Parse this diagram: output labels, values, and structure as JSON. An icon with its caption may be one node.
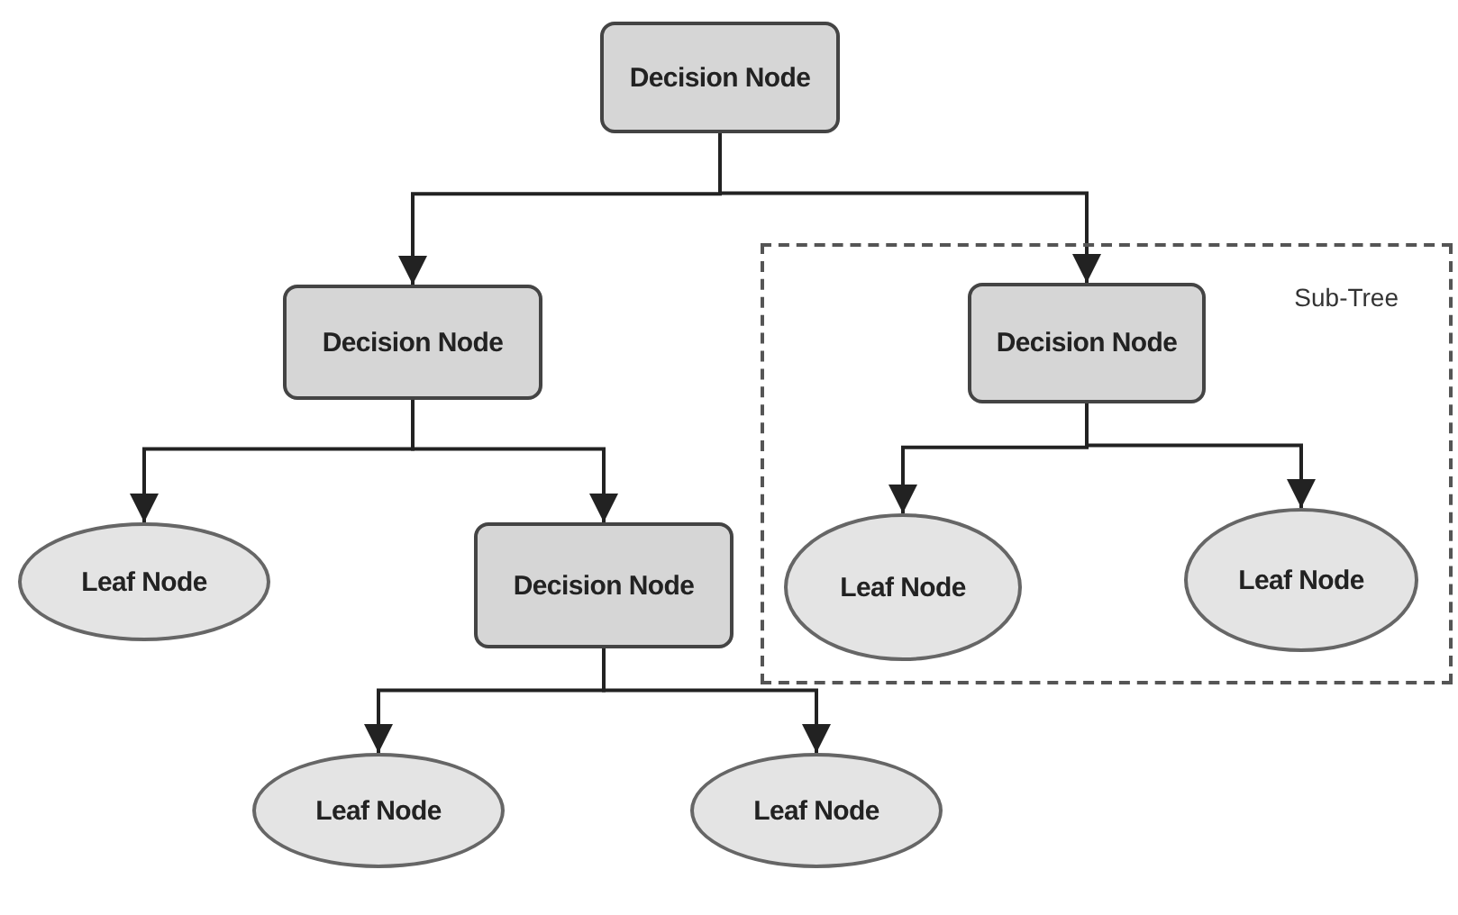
{
  "diagram": {
    "nodes": [
      {
        "text": [
          "Decision Node"
        ]
      },
      {
        "text": [
          "Decision Node"
        ]
      },
      {
        "text": [
          "Sub-Tree"
        ]
      },
      {
        "text": [
          "Decision Node"
        ],
        "in": 2
      },
      {
        "text": [
          "Leaf Node"
        ]
      },
      {
        "text": [
          "Decision Node"
        ]
      },
      {
        "text": [
          "Leaf Node"
        ],
        "in": 2
      },
      {
        "text": [
          "Leaf Node"
        ],
        "in": 2
      },
      {
        "text": [
          "Leaf Node"
        ]
      },
      {
        "text": [
          "Leaf Node"
        ]
      }
    ],
    "edges": [
      {
        "from": 0,
        "to": 1,
        "arrow": "to"
      },
      {
        "from": 0,
        "to": 3,
        "arrow": "to"
      },
      {
        "from": 1,
        "to": 4,
        "arrow": "to"
      },
      {
        "from": 1,
        "to": 5,
        "arrow": "to"
      },
      {
        "from": 3,
        "to": 6,
        "arrow": "to"
      },
      {
        "from": 3,
        "to": 7,
        "arrow": "to"
      },
      {
        "from": 5,
        "to": 8,
        "arrow": "to"
      },
      {
        "from": 5,
        "to": 9,
        "arrow": "to"
      }
    ]
  }
}
